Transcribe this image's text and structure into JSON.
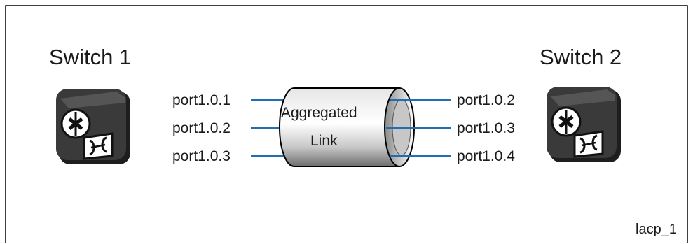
{
  "switches": [
    {
      "title": "Switch 1",
      "ports": [
        "port1.0.1",
        "port1.0.2",
        "port1.0.3"
      ]
    },
    {
      "title": "Switch 2",
      "ports": [
        "port1.0.2",
        "port1.0.3",
        "port1.0.4"
      ]
    }
  ],
  "link": {
    "line1": "Aggregated",
    "line2": "Link"
  },
  "figure_id": "lacp_1",
  "colors": {
    "link_line": "#1f6fb2",
    "outline": "#000000",
    "switch_body": "#333333"
  },
  "icons": [
    "switch-icon",
    "aggregated-link-cylinder"
  ]
}
